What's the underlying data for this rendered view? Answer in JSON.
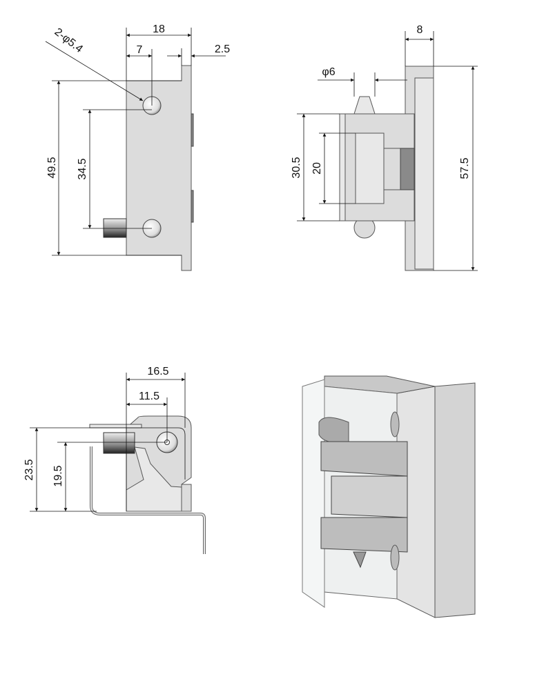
{
  "views": {
    "front": {
      "width": "18",
      "hole_offset": "7",
      "tab": "2.5",
      "holes": "2-φ5.4",
      "height": "49.5",
      "hole_pitch": "34.5"
    },
    "side": {
      "plate": "8",
      "pin_dia": "φ6",
      "knuckle_height": "30.5",
      "block_height": "20",
      "total_height": "57.5"
    },
    "top": {
      "depth": "16.5",
      "pin_offset": "11.5",
      "height": "23.5",
      "pin_height": "19.5"
    }
  },
  "colors": {
    "part": "#dcdcdc",
    "outline": "#555555",
    "dim": "#111111"
  }
}
